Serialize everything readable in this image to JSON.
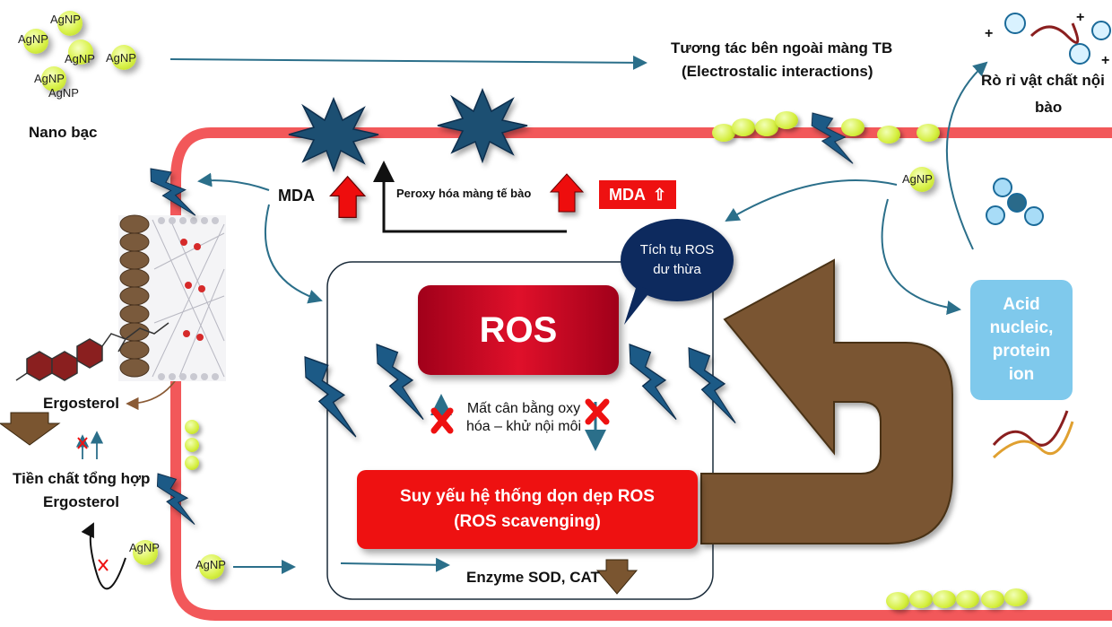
{
  "nanoparticle_label": "AgNP",
  "labels": {
    "nano_silver": "Nano bạc",
    "external_interaction_1": "Tương tác bên ngoài màng TB",
    "external_interaction_2": "(Electrostalic interactions)",
    "leakage_1": "Rò rỉ vật chất nội",
    "leakage_2": "bào",
    "mda_left": "MDA",
    "peroxidation": "Peroxy hóa màng tế bào",
    "mda_box": "MDA",
    "ros_bubble": "Tích tụ ROS dư thừa",
    "ros": "ROS",
    "imbalance": "Mất cân bằng oxy hóa – khử nội môi",
    "scavenging_1": "Suy yếu hệ thống dọn dẹp ROS",
    "scavenging_2": "(ROS scavenging)",
    "enzyme": "Enzyme SOD, CAT",
    "acid_1": "Acid",
    "acid_2": "nucleic,",
    "acid_3": "protein",
    "acid_4": "ion",
    "ergosterol": "Ergosterol",
    "precursor_1": "Tiền chất tổng hợp",
    "precursor_2": "Ergosterol"
  },
  "colors": {
    "membrane": "#f2585a",
    "ros_red": "#c8102e",
    "scavenging_red": "#ee1111",
    "brown_arrow": "#7a5530",
    "lightning": "#1f4e79",
    "arrow_line": "#2b6f8a",
    "acid_box": "#7fc9ec",
    "bubble": "#0d2a5e"
  }
}
